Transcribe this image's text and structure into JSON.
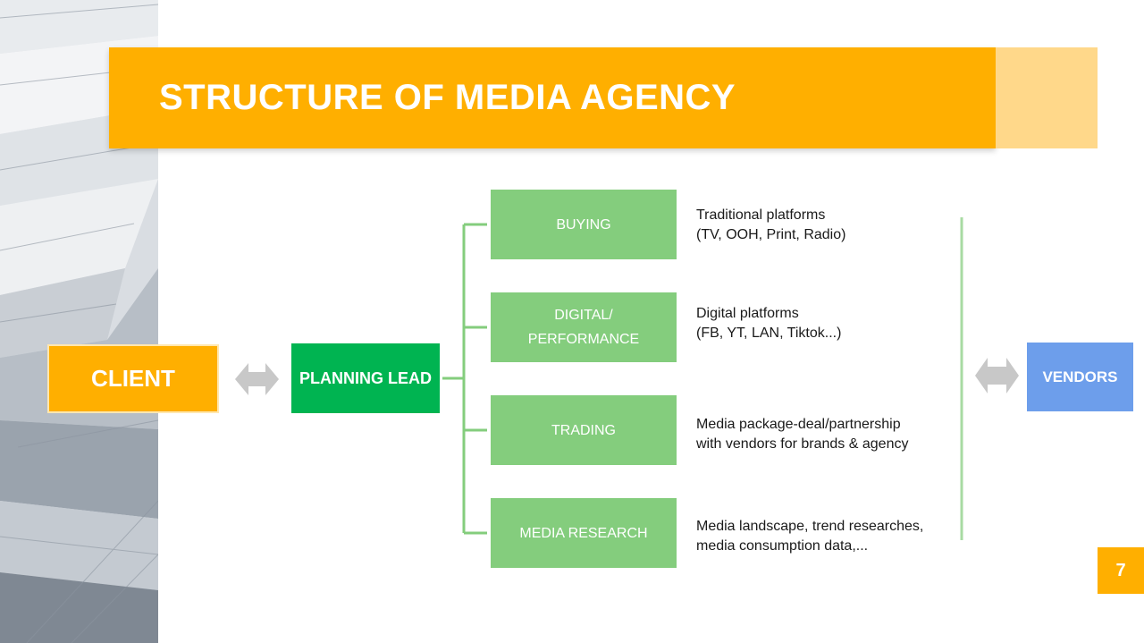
{
  "title": "STRUCTURE OF MEDIA AGENCY",
  "client_label": "CLIENT",
  "planning_lead_label": "PLANNING LEAD",
  "vendors_label": "VENDORS",
  "departments": [
    {
      "label": "BUYING",
      "description": "Traditional platforms\n(TV, OOH, Print, Radio)"
    },
    {
      "label": "DIGITAL/\nPERFORMANCE",
      "description": "Digital platforms\n(FB, YT, LAN, Tiktok...)"
    },
    {
      "label": "TRADING",
      "description": "Media package-deal/partnership\nwith vendors for brands & agency"
    },
    {
      "label": "MEDIA RESEARCH",
      "description": "Media landscape, trend researches,\nmedia consumption data,..."
    }
  ],
  "page_number": "7",
  "colors": {
    "orange": "#ffaf00",
    "light_orange": "#ffd88a",
    "dark_green": "#00b451",
    "light_green": "#84cd7d",
    "blue": "#6d9eeb",
    "arrow_gray": "#c8c8c8"
  }
}
